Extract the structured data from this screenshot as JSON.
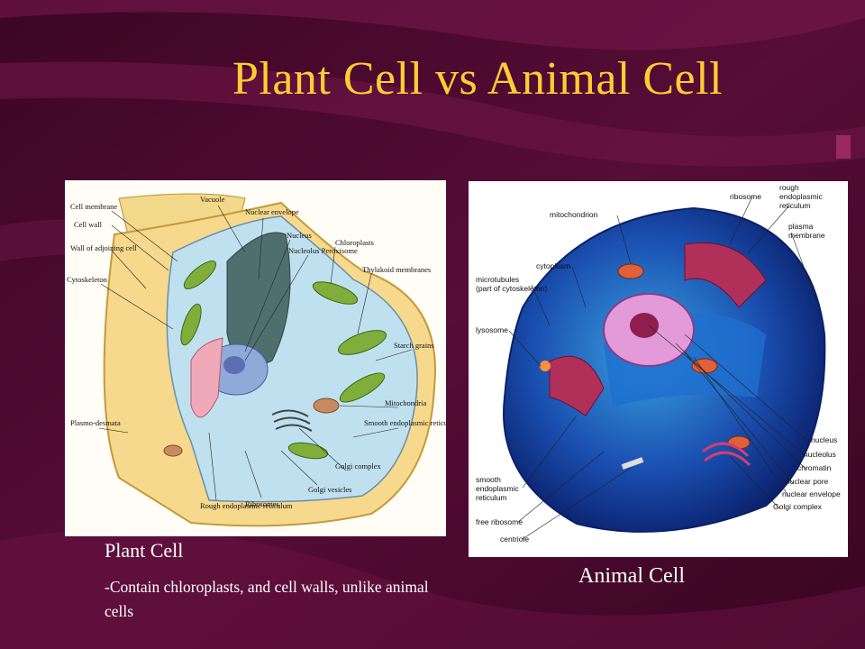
{
  "slide": {
    "title": "Plant Cell vs Animal Cell",
    "colors": {
      "background": "#4a0a2e",
      "title": "#ffcc33",
      "text": "#ffffff"
    }
  },
  "plant_cell": {
    "caption_title": "Plant Cell",
    "caption_text": "-Contain chloroplasts, and cell walls, unlike animal cells",
    "labels": {
      "cell_membrane": "Cell membrane",
      "cell_wall": "Cell wall",
      "wall_adjoining": "Wall of adjoining cell",
      "cytoskeleton": "Cytoskeleton",
      "plasmodesmata": "Plasmo-desmata",
      "vacuole": "Vacuole",
      "nuclear_envelope": "Nuclear envelope",
      "nucleus": "Nucleus",
      "nucleolus": "Nucleolus",
      "peroxisome": "Peroxisome",
      "chloroplasts": "Chloroplasts",
      "thylakoid": "Thylakoid membranes",
      "starch": "Starch grains",
      "mitochondria": "Mitochondria",
      "smooth_er": "Smooth endoplasmic reticulum",
      "golgi_complex": "Golgi complex",
      "golgi_vesicles": "Golgi vesicles",
      "ribosomes": "Ribosomes",
      "rough_er": "Rough endoplasmic reticulum"
    }
  },
  "animal_cell": {
    "caption": "Animal Cell",
    "labels": {
      "ribosome": "ribosome",
      "rough_er": "rough endoplasmic reticulum",
      "mitochondrion": "mitochondrion",
      "plasma_membrane": "plasma membrane",
      "cytoplasm": "cytoplasm",
      "microtubules": "microtubules (part of cytoskeleton)",
      "lysosome": "lysosome",
      "nucleus": "nucleus",
      "nucleolus": "nucleolus",
      "chromatin": "chromatin",
      "nuclear_pore": "nuclear pore",
      "nuclear_envelope": "nuclear envelope",
      "golgi_complex": "Golgi complex",
      "smooth_er": "smooth endoplasmic reticulum",
      "free_ribosome": "free ribosome",
      "centriole": "centriole"
    }
  }
}
